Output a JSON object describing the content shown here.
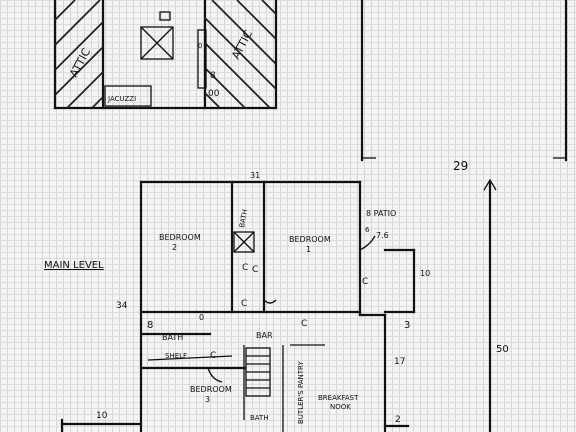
{
  "labels": {
    "attic_left": "ATTIC",
    "attic_right": "ATTIC",
    "jacuzzi": "JACUZZI",
    "main_level": "MAIN LEVEL",
    "bedroom_2_line1": "BEDROOM",
    "bedroom_2_line2": "2",
    "bedroom_1_line1": "BEDROOM",
    "bedroom_1_line2": "1",
    "bath_center": "BATH",
    "bath_left": "BATH",
    "bath_lower": "BATH",
    "bedroom_3_line1": "BEDROOM",
    "bedroom_3_line2": "3",
    "bar": "BAR",
    "butlers_pantry": "BUTLER'S PANTRY",
    "breakfast_nook_line1": "BREAKFAST",
    "breakfast_nook_line2": "NOOK",
    "patio_line1": "8 PATIO",
    "patio_line2": "7.6",
    "closet_c": "C",
    "shelf": "SHELF"
  },
  "dimensions": {
    "d31": "31",
    "d29": "29",
    "d10_right": "10",
    "d34": "34",
    "d3": "3",
    "d17": "17",
    "d50": "50",
    "d10_bottom": "10",
    "d2": "2",
    "d6_top": "6"
  }
}
